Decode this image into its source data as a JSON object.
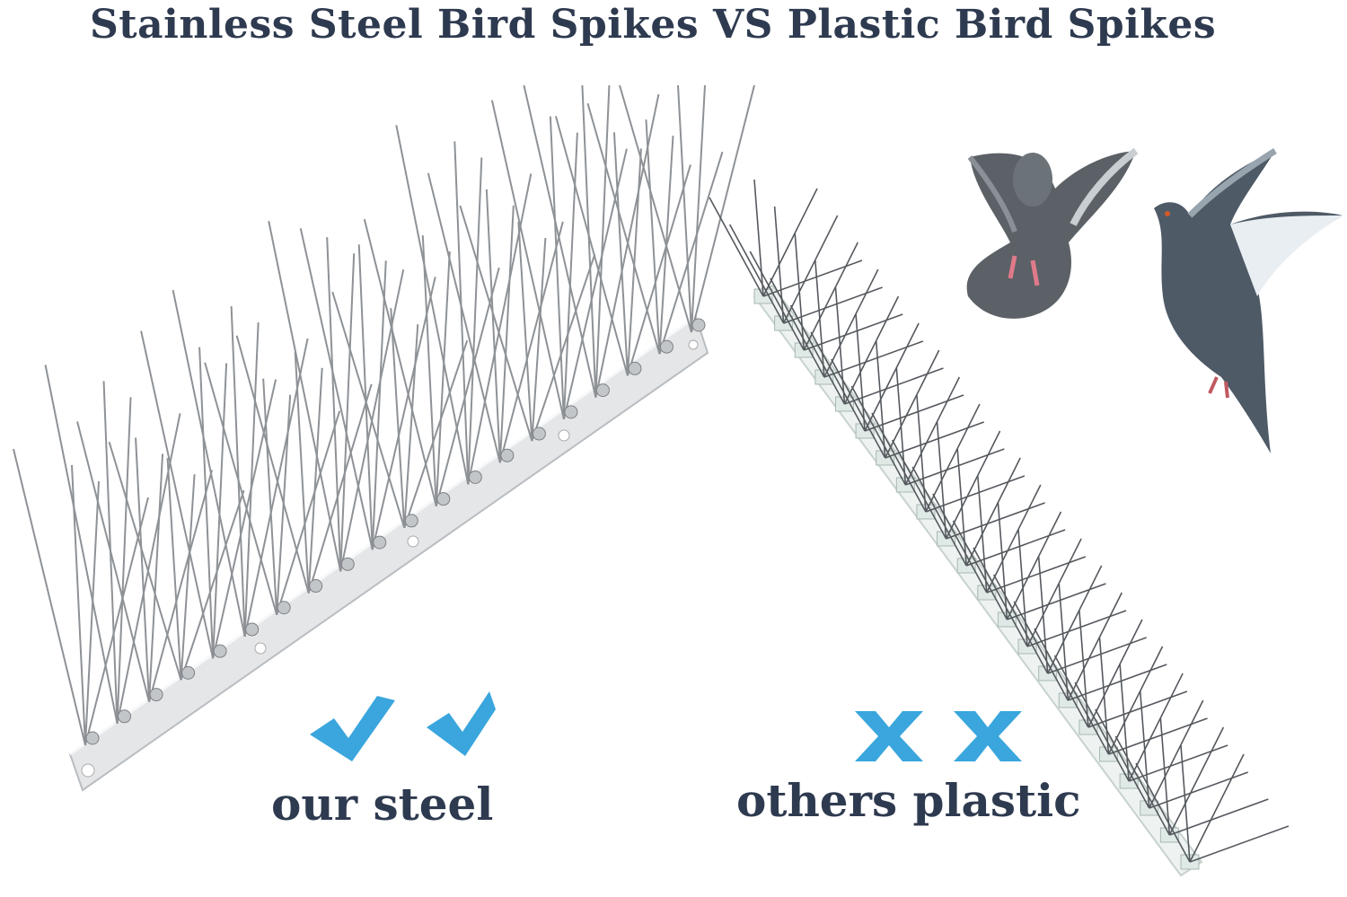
{
  "title": "Stainless Steel Bird Spikes VS Plastic Bird Spikes",
  "steel": {
    "caption": "our steel",
    "marks": [
      "check-icon",
      "check-icon"
    ],
    "mark_color": "#3aa6dd"
  },
  "plastic": {
    "caption": "others plastic",
    "marks": [
      "x-icon",
      "x-icon"
    ],
    "mark_color": "#3aa6dd"
  },
  "colors": {
    "title": "#2e3a4f",
    "steel_wire": "#8e9296",
    "plastic_wire": "#55595e",
    "base_strip": "#e4e6e8"
  },
  "birds": [
    "pigeon",
    "pigeon"
  ]
}
